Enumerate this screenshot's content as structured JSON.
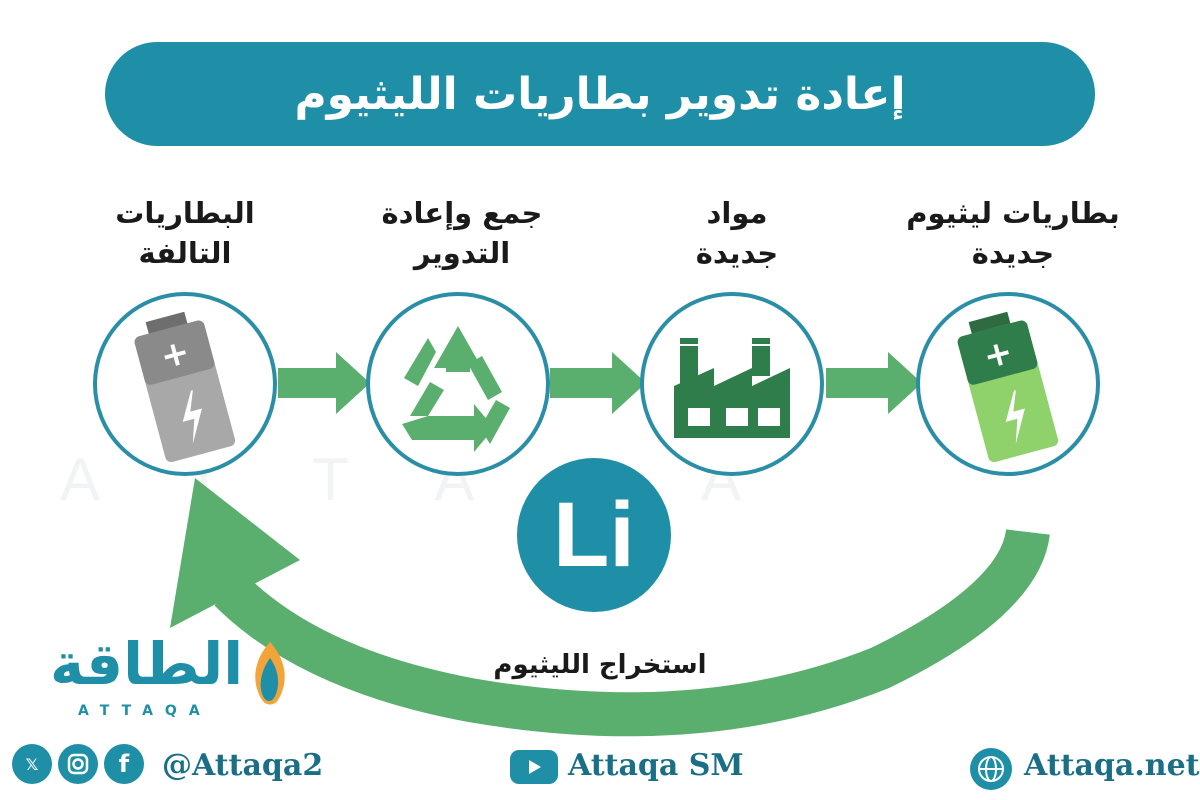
{
  "title": "إعادة تدوير بطاريات الليثيوم",
  "steps": [
    {
      "label_line1": "البطاريات",
      "label_line2": "التالفة",
      "icon": "dead-battery-icon"
    },
    {
      "label_line1": "جمع وإعادة",
      "label_line2": "التدوير",
      "icon": "recycle-icon"
    },
    {
      "label_line1": "مواد",
      "label_line2": "جديدة",
      "icon": "factory-icon"
    },
    {
      "label_line1": "بطاريات ليثيوم",
      "label_line2": "جديدة",
      "icon": "new-battery-icon"
    }
  ],
  "lithium": {
    "symbol": "Li",
    "caption": "استخراج الليثيوم"
  },
  "logo": {
    "arabic": "الطاقة",
    "latin": "ATTAQA"
  },
  "footer": {
    "social_handle": "@Attaqa2",
    "youtube": "Attaqa SM",
    "website": "Attaqa.net"
  },
  "colors": {
    "teal": "#1f8fa8",
    "green": "#5aaf6e",
    "dark_green": "#2e7d4a",
    "gray": "#8a8a8a"
  }
}
